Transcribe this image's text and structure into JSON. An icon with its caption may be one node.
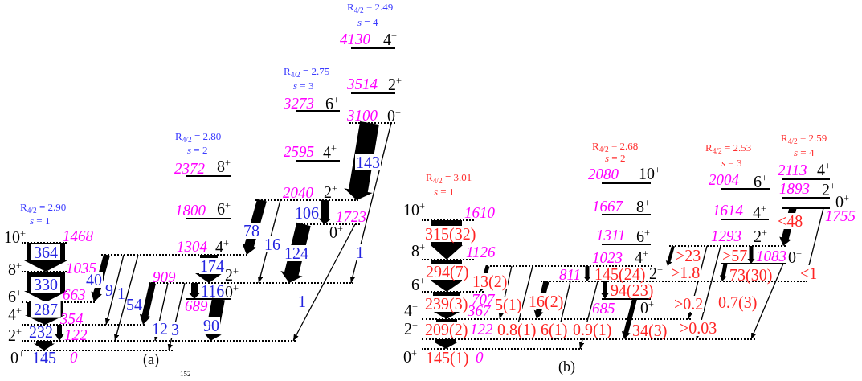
{
  "diagram": {
    "nodes": [
      {
        "text": [
          "10$^{+}$",
          "1468"
        ]
      },
      {
        "text": [
          "8$^{+}$",
          "1035"
        ]
      },
      {
        "text": [
          "6$^{+}$",
          "663"
        ]
      },
      {
        "text": [
          "4$^{+}$",
          "354"
        ]
      },
      {
        "text": [
          "2$^{+}$",
          "122"
        ]
      },
      {
        "text": [
          "0$^{+}$",
          "0"
        ]
      },
      {
        "text": [
          "2372",
          "8$^{+}$"
        ]
      },
      {
        "text": [
          "1800",
          "6$^{+}$"
        ]
      },
      {
        "text": [
          "1304",
          "4$^{+}$"
        ]
      },
      {
        "text": [
          "909",
          "2$^{+}$"
        ]
      },
      {
        "text": [
          "0$^{+}$",
          "689"
        ]
      },
      {
        "text": [
          "3273",
          "6$^{+}$"
        ]
      },
      {
        "text": [
          "2595",
          "4$^{+}$"
        ]
      },
      {
        "text": [
          "2040",
          "2$^{+}$"
        ]
      },
      {
        "text": [
          "1723",
          "0$^{+}$"
        ]
      },
      {
        "text": [
          "4130",
          "4$^{+}$"
        ]
      },
      {
        "text": [
          "3514",
          "2$^{+}$"
        ]
      },
      {
        "text": [
          "3100",
          "0$^{+}$"
        ]
      },
      {
        "text": [
          "10$^{+}$",
          "1610"
        ]
      },
      {
        "text": [
          "8$^{+}$",
          "1126"
        ]
      },
      {
        "text": [
          "6$^{+}$",
          "707"
        ]
      },
      {
        "text": [
          "4$^{+}$",
          "367"
        ]
      },
      {
        "text": [
          "2$^{+}$",
          "122"
        ]
      },
      {
        "text": [
          "0$^{+}$",
          "0"
        ]
      },
      {
        "text": [
          "2080",
          "10$^{+}$"
        ]
      },
      {
        "text": [
          "1667",
          "8$^{+}$"
        ]
      },
      {
        "text": [
          "1311",
          "6$^{+}$"
        ]
      },
      {
        "text": [
          "1023",
          "4$^{+}$"
        ]
      },
      {
        "text": [
          "811",
          "2$^{+}$"
        ]
      },
      {
        "text": [
          "685",
          "0$^{+}$"
        ]
      },
      {
        "text": [
          "2004",
          "6$^{+}$"
        ]
      },
      {
        "text": [
          "1614",
          "4$^{+}$"
        ]
      },
      {
        "text": [
          "1293",
          "2$^{+}$"
        ]
      },
      {
        "text": [
          "1083",
          "0$^{+}$"
        ]
      },
      {
        "text": [
          "2113",
          "4$^{+}$"
        ]
      },
      {
        "text": [
          "1893",
          "2$^{+}$"
        ]
      },
      {
        "text": [
          "0$^{+}$",
          "1755"
        ]
      }
    ],
    "edges": [
      {
        "from": 0,
        "to": 1,
        "arrow": "to",
        "label": "364",
        "style": "thick"
      },
      {
        "from": 1,
        "to": 2,
        "arrow": "to",
        "label": "330",
        "style": "thick"
      },
      {
        "from": 2,
        "to": 3,
        "arrow": "to",
        "label": "287",
        "style": "thick"
      },
      {
        "from": 3,
        "to": 4,
        "arrow": "to",
        "label": "232",
        "style": "thick"
      },
      {
        "from": 4,
        "to": 5,
        "arrow": "to",
        "label": "145",
        "style": "thick"
      },
      {
        "from": 8,
        "to": 2,
        "arrow": "to",
        "label": "40",
        "style": "thick"
      },
      {
        "from": 8,
        "to": 3,
        "arrow": "to",
        "label": "9"
      },
      {
        "from": 8,
        "to": 4,
        "arrow": "to",
        "label": "1"
      },
      {
        "from": 9,
        "to": 3,
        "arrow": "to",
        "label": "54",
        "style": "thick"
      },
      {
        "from": 9,
        "to": 4,
        "arrow": "to",
        "label": "12"
      },
      {
        "from": 9,
        "to": 5,
        "arrow": "to",
        "label": "3"
      },
      {
        "from": 8,
        "to": 9,
        "arrow": "to",
        "label": "174",
        "style": "thick"
      },
      {
        "from": 9,
        "to": 10,
        "arrow": "to",
        "label": "116",
        "style": "thick"
      },
      {
        "from": 10,
        "to": 4,
        "arrow": "to",
        "label": "90",
        "style": "thick"
      },
      {
        "from": 13,
        "to": 8,
        "arrow": "to",
        "label": "78",
        "style": "thick"
      },
      {
        "from": 13,
        "to": 9,
        "arrow": "to",
        "label": "16"
      },
      {
        "from": 13,
        "to": 14,
        "arrow": "to",
        "label": "106",
        "style": "thick"
      },
      {
        "from": 14,
        "to": 9,
        "arrow": "to",
        "label": "124",
        "style": "thick"
      },
      {
        "from": 14,
        "to": 4,
        "arrow": "to",
        "label": "1"
      },
      {
        "from": 17,
        "to": 13,
        "arrow": "to",
        "label": "143",
        "style": "thick"
      },
      {
        "from": 17,
        "to": 9,
        "arrow": "to",
        "label": "1"
      },
      {
        "from": 18,
        "to": 19,
        "arrow": "to",
        "label": "315(32)",
        "style": "thick"
      },
      {
        "from": 19,
        "to": 20,
        "arrow": "to",
        "label": "294(7)",
        "style": "thick"
      },
      {
        "from": 20,
        "to": 21,
        "arrow": "to",
        "label": "239(3)",
        "style": "thick"
      },
      {
        "from": 21,
        "to": 22,
        "arrow": "to",
        "label": "209(2)",
        "style": "thick"
      },
      {
        "from": 22,
        "to": 23,
        "arrow": "to",
        "label": "145(1)",
        "style": "thick"
      },
      {
        "from": 27,
        "to": 20,
        "arrow": "to",
        "label": "13(2)",
        "style": "thick"
      },
      {
        "from": 27,
        "to": 21,
        "arrow": "to",
        "label": "5(1)"
      },
      {
        "from": 27,
        "to": 22,
        "arrow": "to",
        "label": "0.8(1)"
      },
      {
        "from": 28,
        "to": 21,
        "arrow": "to",
        "label": "16(2)",
        "style": "thick"
      },
      {
        "from": 28,
        "to": 22,
        "arrow": "to",
        "label": "6(1)"
      },
      {
        "from": 28,
        "to": 23,
        "arrow": "to",
        "label": "0.9(1)"
      },
      {
        "from": 27,
        "to": 28,
        "arrow": "to",
        "label": "145(24)",
        "style": "thick"
      },
      {
        "from": 28,
        "to": 29,
        "arrow": "to",
        "label": "94(23)",
        "style": "thick"
      },
      {
        "from": 29,
        "to": 22,
        "arrow": "to",
        "label": "34(3)",
        "style": "thick"
      },
      {
        "from": 32,
        "to": 27,
        "arrow": "to",
        "label": ">23",
        "style": "thick"
      },
      {
        "from": 32,
        "to": 28,
        "arrow": "to",
        "label": ">1.8"
      },
      {
        "from": 32,
        "to": 21,
        "arrow": "to",
        "label": ">0.2"
      },
      {
        "from": 32,
        "to": 22,
        "arrow": "to",
        "label": ">0.03"
      },
      {
        "from": 32,
        "to": 33,
        "arrow": "to",
        "label": ">57",
        "style": "thick"
      },
      {
        "from": 33,
        "to": 28,
        "arrow": "to",
        "label": "73(30)",
        "style": "thick"
      },
      {
        "from": 33,
        "to": 22,
        "arrow": "to",
        "label": "0.7(3)"
      },
      {
        "from": 36,
        "to": 32,
        "arrow": "to",
        "label": "<48",
        "style": "thick"
      },
      {
        "from": 36,
        "to": 28,
        "arrow": "to",
        "label": "<1"
      }
    ],
    "labels": [
      "R$_{4/2}$ = 2.90",
      "*s* = 1",
      "R$_{4/2}$ = 2.80",
      "*s* = 2",
      "R$_{4/2}$ = 2.75",
      "*s* = 3",
      "R$_{4/2}$ = 2.49",
      "*s* = 4",
      "R$_{4/2}$ = 3.01",
      "*s* = 1",
      "R$_{4/2}$ = 2.68",
      "*s* = 2",
      "R$_{4/2}$ = 2.53",
      "*s* = 3",
      "R$_{4/2}$ = 2.59",
      "*s* = 4",
      "(a)",
      "(b)",
      "152"
    ]
  }
}
